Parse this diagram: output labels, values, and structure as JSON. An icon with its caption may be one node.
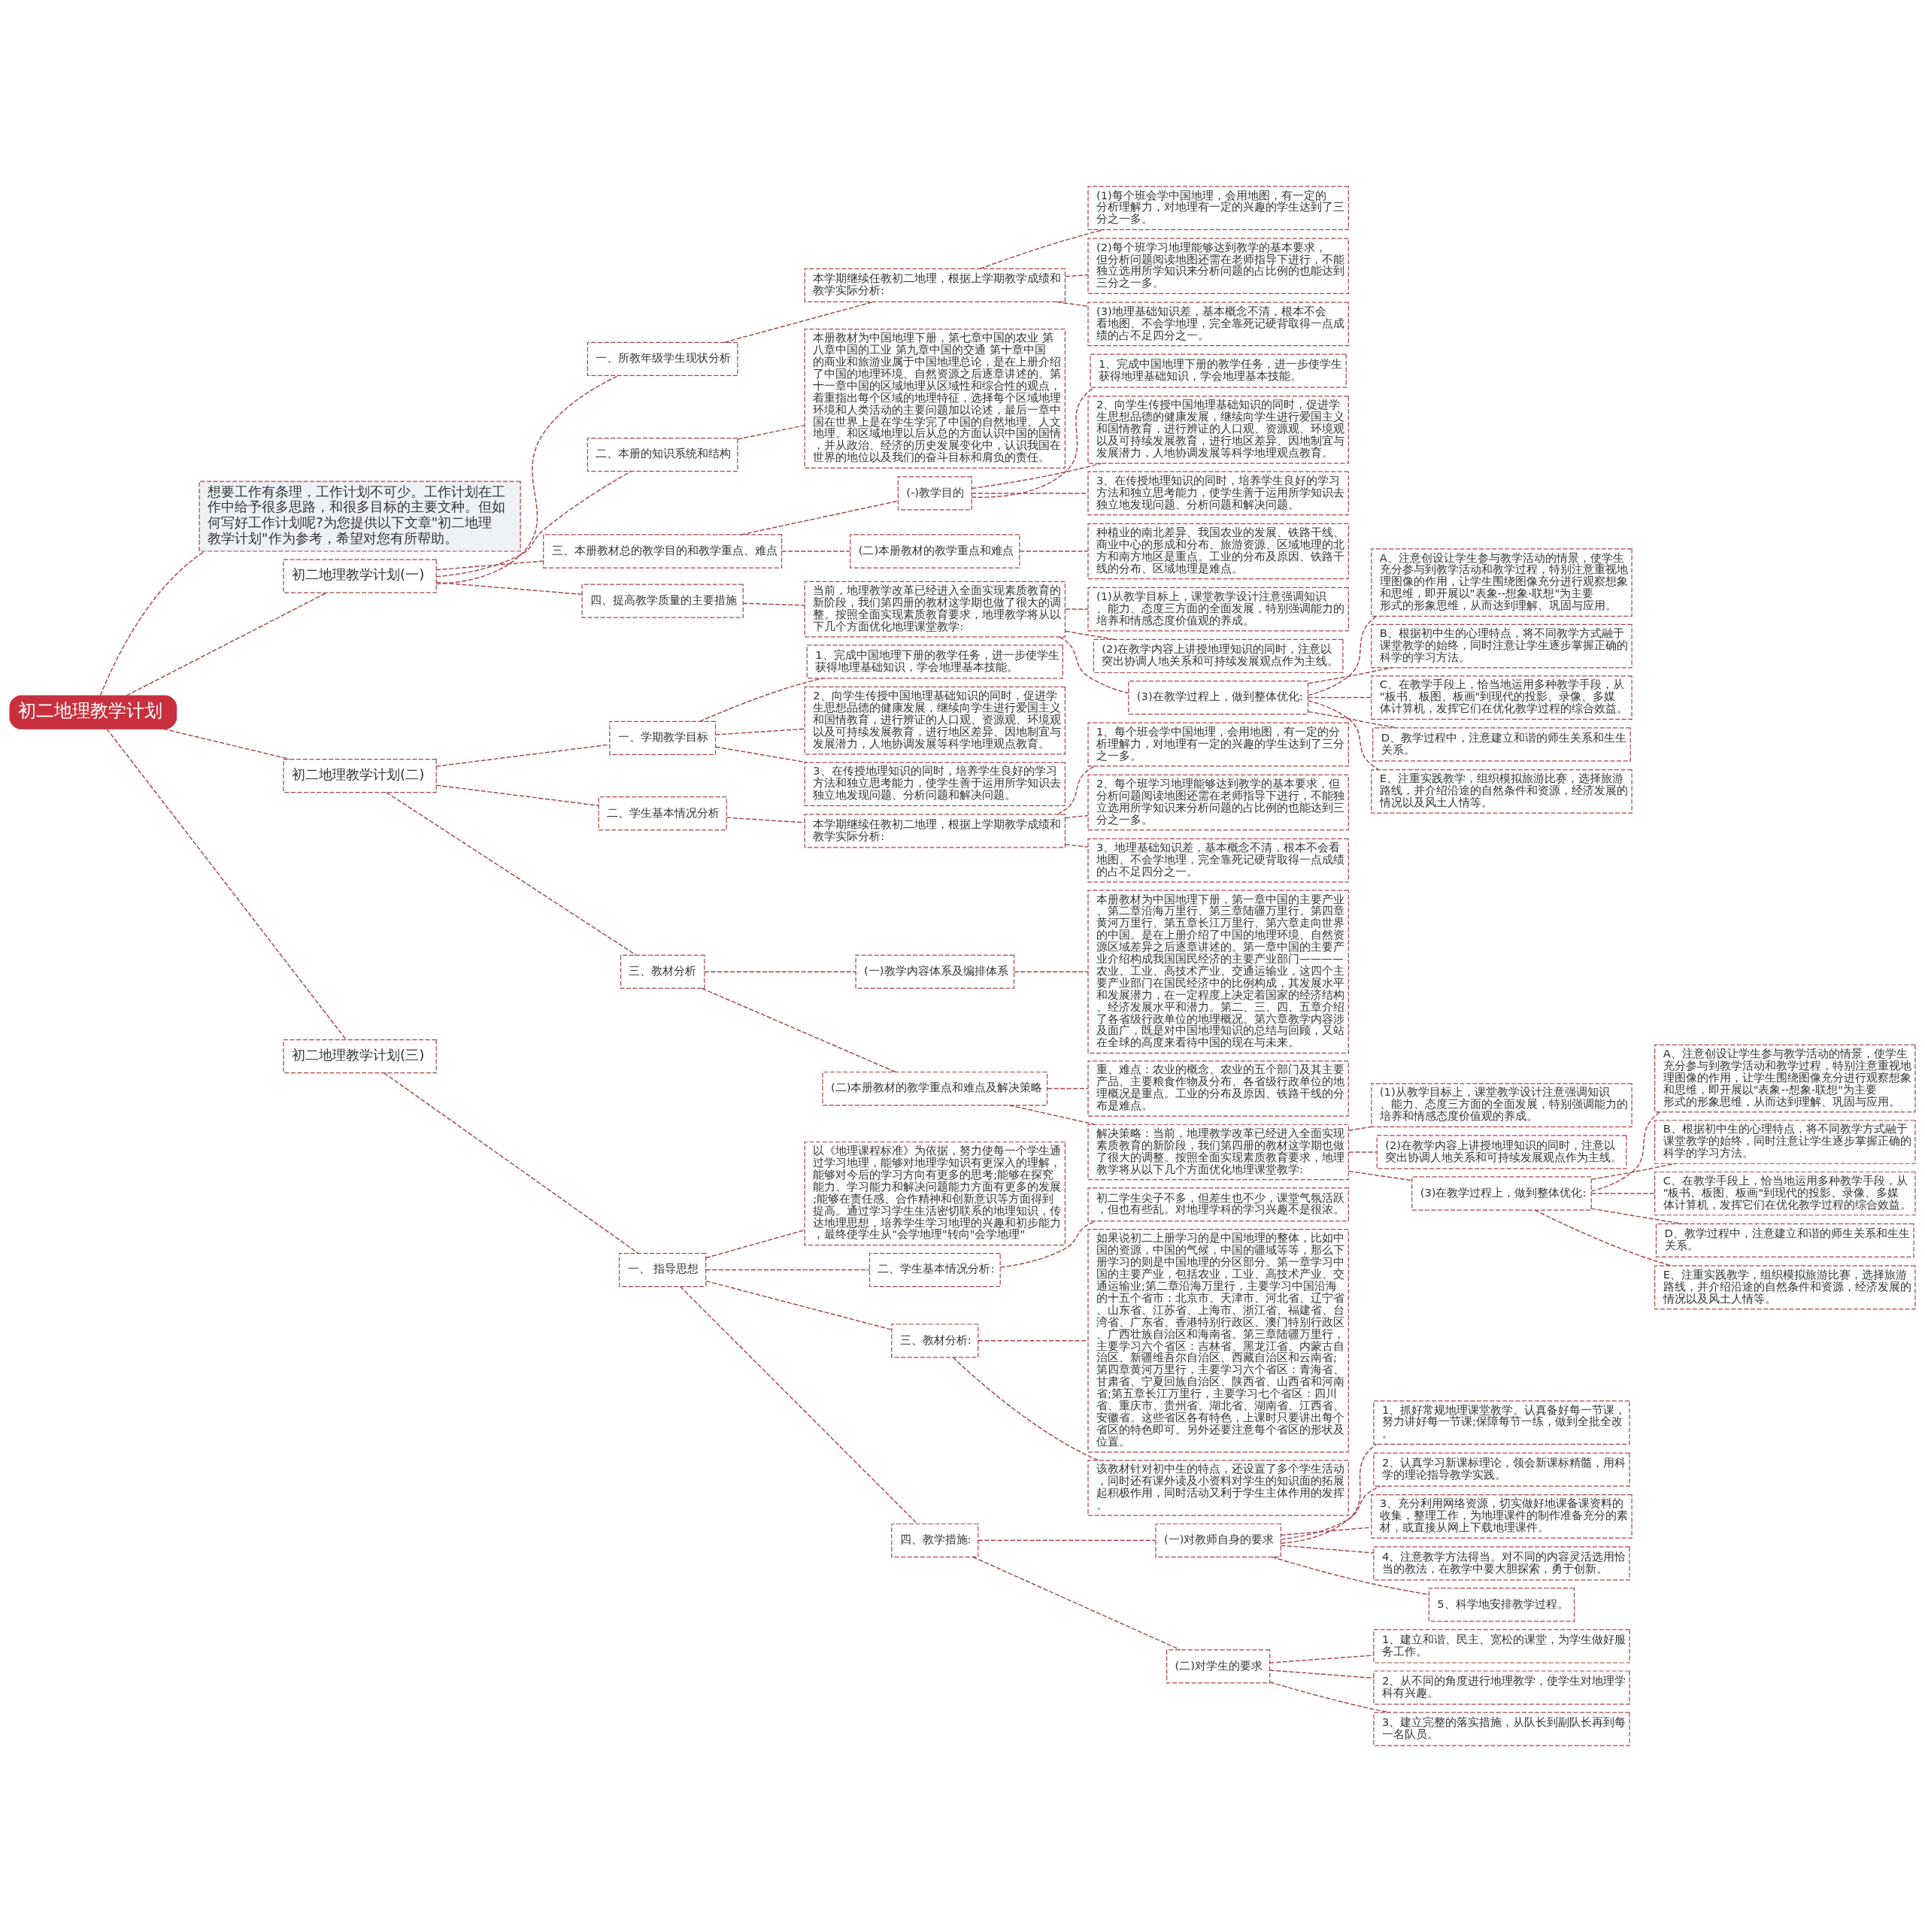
{
  "diagram": {
    "nodes": [
      {
        "text": [
          "初二地理教学计划"
        ]
      },
      {
        "text": [
          "想要工作有条理，工作计划不可少。工作计划在工作中给予很多思路，和很多目标的主要文种。但如何写好工作计划呢?为您提供以下文章\"初二地理教学计划\"作为参考，希望对您有所帮助。"
        ]
      },
      {
        "text": [
          "初二地理教学计划(一)"
        ]
      },
      {
        "text": [
          "一、所教年级学生现状分析"
        ]
      },
      {
        "text": [
          "本学期继续任教初二地理，根据上学期教学成绩和教学实际分析:"
        ]
      },
      {
        "text": [
          "(1)每个班会学中国地理，会用地图，有一定的分析理解力，对地理有一定的兴趣的学生达到了三分之一多。"
        ]
      },
      {
        "text": [
          "(2)每个班学习地理能够达到教学的基本要求，但分析问题阅读地图还需在老师指导下进行，不能独立选用所学知识来分析问题的占比例的也能达到三分之一多。"
        ]
      },
      {
        "text": [
          "(3)地理基础知识差，基本概念不清，根本不会看地图、不会学地理，完全靠死记硬背取得一点成绩的占不足四分之一。"
        ]
      },
      {
        "text": [
          "二、本册的知识系统和结构"
        ]
      },
      {
        "text": [
          "本册教材为中国地理下册，第七章中国的农业 第八章中国的工业 第九章中国的交通 第十章中国的商业和旅游业属于中国地理总论，是在上册介绍了中国的地理环境、自然资源之后逐章讲述的。第十一章中国的区域地理从区域性和综合性的观点，着重指出每个区域的地理特征，选择每个区域地理环境和人类活动的主要问题加以论述，最后一章中国在世界上是在学生学完了中国的自然地理、人文地理、和区域地理以后从总的方面认识中国的国情，并从政治、经济的历史发展变化中，认识我国在世界的地位以及我们的奋斗目标和肩负的责任。"
        ]
      },
      {
        "text": [
          "三、本册教材总的教学目的和教学重点、难点"
        ]
      },
      {
        "text": [
          "(-)教学目的"
        ]
      },
      {
        "text": [
          "1、完成中国地理下册的教学任务，进一步使学生获得地理基础知识，学会地理基本技能。"
        ]
      },
      {
        "text": [
          "2、向学生传授中国地理基础知识的同时，促进学生思想品德的健康发展，继续向学生进行爱国主义和国情教育，进行辨证的人口观、资源观、环境观以及可持续发展教育，进行地区差异、因地制宜与发展潜力，人地协调发展等科学地理观点教育。"
        ]
      },
      {
        "text": [
          "3、在传授地理知识的同时，培养学生良好的学习方法和独立思考能力，使学生善于运用所学知识去独立地发现问题、分析问题和解决问题。"
        ]
      },
      {
        "text": [
          "(二)本册教材的教学重点和难点"
        ]
      },
      {
        "text": [
          "种植业的南北差异、我国农业的发展、铁路干线、商业中心的形成和分布、旅游资源、区域地理的北方和南方地区是重点。工业的分布及原因、铁路干线的分布、区域地理是难点。"
        ]
      },
      {
        "text": [
          "四、提高教学质量的主要措施"
        ]
      },
      {
        "text": [
          "当前，地理教学改革已经进入全面实现素质教育的新阶段，我们第四册的教材这学期也做了很大的调整。按照全面实现素质教育要求，地理教学将从以下几个方面优化地理课堂教学:"
        ]
      },
      {
        "text": [
          "(1)从教学目标上，课堂教学设计注意强调知识、能力、态度三方面的全面发展，特别强调能力的培养和情感态度价值观的养成。"
        ]
      },
      {
        "text": [
          "(2)在教学内容上讲授地理知识的同时，注意以突出协调人地关系和可持续发展观点作为主线。"
        ]
      },
      {
        "text": [
          "(3)在教学过程上，做到整体优化:"
        ]
      },
      {
        "text": [
          "A、注意创设让学生参与教学活动的情景，使学生充分参与到教学活动和教学过程，特别注意重视地理图像的作用，让学生围绕图像充分进行观察想象和思维，即开展以\"表象--想象-联想\"为主要形式的形象思维，从而达到理解、巩固与应用。"
        ]
      },
      {
        "text": [
          "B、根据初中生的心理特点，将不同教学方式融于课堂教学的始终，同时注意让学生逐步掌握正确的科学的学习方法。"
        ]
      },
      {
        "text": [
          "C、在教学手段上，恰当地运用多种教学手段，从\"板书、板图、板画\"到现代的投影、录像、多媒体计算机，发挥它们在优化教学过程的综合效益。"
        ]
      },
      {
        "text": [
          "D、教学过程中，注意建立和谐的师生关系和生生关系。"
        ]
      },
      {
        "text": [
          "E、注重实践教学，组织模拟旅游比赛，选择旅游路线，并介绍沿途的自然条件和资源，经济发展的情况以及风土人情等。"
        ]
      },
      {
        "text": [
          "初二地理教学计划(二)"
        ]
      },
      {
        "text": [
          "一、学期教学目标"
        ]
      },
      {
        "text": [
          "1、完成中国地理下册的教学任务，进一步使学生获得地理基础知识，学会地理基本技能。"
        ]
      },
      {
        "text": [
          "2、向学生传授中国地理基础知识的同时，促进学生思想品德的健康发展，继续向学生进行爱国主义和国情教育，进行辨证的人口观、资源观、环境观以及可持续发展教育，进行地区差异、因地制宜与发展潜力，人地协调发展等科学地理观点教育。"
        ]
      },
      {
        "text": [
          "3、在传授地理知识的同时，培养学生良好的学习方法和独立思考能力，使学生善于运用所学知识去独立地发现问题、分析问题和解决问题。"
        ]
      },
      {
        "text": [
          "二、学生基本情况分析"
        ]
      },
      {
        "text": [
          "本学期继续任教初二地理，根据上学期教学成绩和教学实际分析:"
        ]
      },
      {
        "text": [
          "1、每个班会学中国地理，会用地图，有一定的分析理解力，对地理有一定的兴趣的学生达到了三分之一多。"
        ]
      },
      {
        "text": [
          "2、每个班学习地理能够达到教学的基本要求，但分析问题阅读地图还需在老师指导下进行，不能独立选用所学知识来分析问题的占比例的也能达到三分之一多。"
        ]
      },
      {
        "text": [
          "3、地理基础知识差，基本概念不清，根本不会看地图、不会学地理，完全靠死记硬背取得一点成绩的占不足四分之一。"
        ]
      },
      {
        "text": [
          "三、教材分析"
        ]
      },
      {
        "text": [
          "(一)教学内容体系及编排体系"
        ]
      },
      {
        "text": [
          "本册教材为中国地理下册，第一章中国的主要产业、第二章沿海万里行、第三章陆疆万里行、第四章黄河万里行、第五章长江万里行、第六章走向世界的中国。是在上册介绍了中国的地理环境、自然资源区域差异之后逐章讲述的。第一章中国的主要产业介绍构成我国国民经济的主要产业部门————农业、工业、高技术产业、交通运输业，这四个主要产业部门在国民经济中的比例构成，其发展水平和发展潜力，在一定程度上决定着国家的经济结构、经济发展水平和潜力。第二、三、四、五章介绍了各省级行政单位的地理概况。第六章教学内容涉及面广，既是对中国地理知识的总结与回顾，又站在全球的高度来看待中国的现在与未来。"
        ]
      },
      {
        "text": [
          "(二)本册教材的教学重点和难点及解决策略"
        ]
      },
      {
        "text": [
          "重、难点：农业的概念、农业的五个部门及其主要产品、主要粮食作物及分布、各省级行政单位的地理概况是重点。工业的分布及原因、铁路干线的分布是难点。"
        ]
      },
      {
        "text": [
          "解决策略：当前，地理教学改革已经进入全面实现素质教育的新阶段，我们第四册的教材这学期也做了很大的调整。按照全面实现素质教育要求，地理教学将从以下几个方面优化地理课堂教学:"
        ]
      },
      {
        "text": [
          "(1)从教学目标上，课堂教学设计注意强调知识、能力、态度三方面的全面发展，特别强调能力的培养和情感态度价值观的养成。"
        ]
      },
      {
        "text": [
          "(2)在教学内容上讲授地理知识的同时，注意以突出协调人地关系和可持续发展观点作为主线。"
        ]
      },
      {
        "text": [
          "(3)在教学过程上，做到整体优化:"
        ]
      },
      {
        "text": [
          "A、注意创设让学生参与教学活动的情景，使学生充分参与到教学活动和教学过程，特别注意重视地理图像的作用，让学生围绕图像充分进行观察想象和思维，即开展以\"表象--想象-联想\"为主要形式的形象思维，从而达到理解、巩固与应用。"
        ]
      },
      {
        "text": [
          "B、根据初中生的心理特点，将不同教学方式融于课堂教学的始终，同时注意让学生逐步掌握正确的科学的学习方法。"
        ]
      },
      {
        "text": [
          "C、在教学手段上，恰当地运用多种教学手段，从\"板书、板图、板画\"到现代的投影、录像、多媒体计算机，发挥它们在优化教学过程的综合效益。"
        ]
      },
      {
        "text": [
          "D、教学过程中，注意建立和谐的师生关系和生生关系。"
        ]
      },
      {
        "text": [
          "E、注重实践教学，组织模拟旅游比赛，选择旅游路线，并介绍沿途的自然条件和资源，经济发展的情况以及风土人情等。"
        ]
      },
      {
        "text": [
          "初二地理教学计划(三)"
        ]
      },
      {
        "text": [
          "一、 指导思想"
        ]
      },
      {
        "text": [
          "以《地理课程标准》为依据，努力使每一个学生通过学习地理，能够对地理学知识有更深入的理解，能够对今后的学习方向有更多的思考;能够在探究能力、学习能力和解决问题能力方面有更多的发展;能够在责任感、合作精神和创新意识等方面得到提高。通过学习学生生活密切联系的地理知识，传达地理思想，培养学生学习地理的兴趣和初步能力，最终使学生从\"会学地理\"转向\"会学地理\""
        ]
      },
      {
        "text": [
          "二、学生基本情况分析:"
        ]
      },
      {
        "text": [
          "初二学生尖子不多，但差生也不少，课堂气氛活跃，但也有些乱。对地理学科的学习兴趣不是很浓。"
        ]
      },
      {
        "text": [
          "三、教材分析:"
        ]
      },
      {
        "text": [
          "如果说初二上册学习的是中国地理的整体，比如中国的资源，中国的气候，中国的疆域等等，那么下册学习的则是中国地理的分区部分。第一章学习中国的主要产业，包括农业，工业、高技术产业、交通运输业;第二章沿海万里行，主要学习中国沿海的十五个省市：北京市、天津市、河北省、辽宁省、山东省、江苏省、上海市、浙江省、福建省、台湾省、广东省、香港特别行政区、澳门特别行政区、广西壮族自治区和海南省。第三章陆疆万里行，主要学习六个省区：吉林省、黑龙江省、内蒙古自治区、新疆维吾尔自治区、西藏自治区和云南省;第四章黄河万里行，主要学习六个省区：青海省、甘肃省、宁夏回族自治区、陕西省、山西省和河南省;第五章长江万里行，主要学习七个省区：四川省、重庆市、贵州省、湖北省、湖南省、江西省、安徽省。这些省区各有特色，上课时只要讲出每个省区的特色即可。另外还要注意每个省区的形状及位置。"
        ]
      },
      {
        "text": [
          "该教材针对初中生的特点，还设置了多个学生活动，同时还有课外读及小资料对学生的知识面的拓展起积极作用，同时活动又利于学生主体作用的发挥。"
        ]
      },
      {
        "text": [
          "四、教学措施:"
        ]
      },
      {
        "text": [
          "(一)对教师自身的要求"
        ]
      },
      {
        "text": [
          "1、抓好常规地理课堂教学。认真备好每一节课，努力讲好每一节课;保障每节一练，做到全批全改。"
        ]
      },
      {
        "text": [
          "2、认真学习新课标理论，领会新课标精髓，用科学的理论指导教学实践。"
        ]
      },
      {
        "text": [
          "3、充分利用网络资源，切实做好地课备课资料的收集，整理工作，为地理课件的制作准备充分的素材，或直接从网上下载地理课件。"
        ]
      },
      {
        "text": [
          "4、注意教学方法得当。对不同的内容灵活选用恰当的教法，在教学中要大胆探索，勇于创新。"
        ]
      },
      {
        "text": [
          "5、科学地安排教学过程。"
        ]
      },
      {
        "text": [
          "(二)对学生的要求"
        ]
      },
      {
        "text": [
          "1、建立和谐、民主、宽松的课堂，为学生做好服务工作。"
        ]
      },
      {
        "text": [
          "2、从不同的角度进行地理教学，使学生对地理学科有兴趣。"
        ]
      },
      {
        "text": [
          "3、建立完整的落实措施，从队长到副队长再到每一名队员。"
        ]
      }
    ],
    "edges": [
      {
        "from": 0,
        "to": 2,
        "arrow": "none",
        "style": "dashed"
      },
      {
        "from": 2,
        "to": 3,
        "arrow": "none",
        "style": "dashed"
      },
      {
        "from": 3,
        "to": 4,
        "arrow": "none",
        "style": "dashed"
      },
      {
        "from": 4,
        "to": 5,
        "arrow": "none",
        "style": "dashed"
      },
      {
        "from": 4,
        "to": 6,
        "arrow": "none",
        "style": "dashed"
      },
      {
        "from": 4,
        "to": 7,
        "arrow": "none",
        "style": "dashed"
      },
      {
        "from": 2,
        "to": 8,
        "arrow": "none",
        "style": "dashed"
      },
      {
        "from": 8,
        "to": 9,
        "arrow": "none",
        "style": "dashed"
      },
      {
        "from": 2,
        "to": 10,
        "arrow": "none",
        "style": "dashed"
      },
      {
        "from": 10,
        "to": 11,
        "arrow": "none",
        "style": "dashed"
      },
      {
        "from": 11,
        "to": 12,
        "arrow": "none",
        "style": "dashed"
      },
      {
        "from": 11,
        "to": 13,
        "arrow": "none",
        "style": "dashed"
      },
      {
        "from": 11,
        "to": 14,
        "arrow": "none",
        "style": "dashed"
      },
      {
        "from": 10,
        "to": 15,
        "arrow": "none",
        "style": "dashed"
      },
      {
        "from": 15,
        "to": 16,
        "arrow": "none",
        "style": "dashed"
      },
      {
        "from": 2,
        "to": 17,
        "arrow": "none",
        "style": "dashed"
      },
      {
        "from": 17,
        "to": 18,
        "arrow": "none",
        "style": "dashed"
      },
      {
        "from": 18,
        "to": 19,
        "arrow": "none",
        "style": "dashed"
      },
      {
        "from": 18,
        "to": 20,
        "arrow": "none",
        "style": "dashed"
      },
      {
        "from": 18,
        "to": 21,
        "arrow": "none",
        "style": "dashed"
      },
      {
        "from": 21,
        "to": 22,
        "arrow": "none",
        "style": "dashed"
      },
      {
        "from": 21,
        "to": 23,
        "arrow": "none",
        "style": "dashed"
      },
      {
        "from": 21,
        "to": 24,
        "arrow": "none",
        "style": "dashed"
      },
      {
        "from": 21,
        "to": 25,
        "arrow": "none",
        "style": "dashed"
      },
      {
        "from": 21,
        "to": 26,
        "arrow": "none",
        "style": "dashed"
      },
      {
        "from": 0,
        "to": 1,
        "arrow": "none",
        "style": "dashed"
      },
      {
        "from": 0,
        "to": 27,
        "arrow": "none",
        "style": "dashed"
      },
      {
        "from": 27,
        "to": 28,
        "arrow": "none",
        "style": "dashed"
      },
      {
        "from": 28,
        "to": 29,
        "arrow": "none",
        "style": "dashed"
      },
      {
        "from": 28,
        "to": 30,
        "arrow": "none",
        "style": "dashed"
      },
      {
        "from": 28,
        "to": 31,
        "arrow": "none",
        "style": "dashed"
      },
      {
        "from": 27,
        "to": 32,
        "arrow": "none",
        "style": "dashed"
      },
      {
        "from": 32,
        "to": 33,
        "arrow": "none",
        "style": "dashed"
      },
      {
        "from": 33,
        "to": 34,
        "arrow": "none",
        "style": "dashed"
      },
      {
        "from": 33,
        "to": 35,
        "arrow": "none",
        "style": "dashed"
      },
      {
        "from": 33,
        "to": 36,
        "arrow": "none",
        "style": "dashed"
      },
      {
        "from": 27,
        "to": 37,
        "arrow": "none",
        "style": "dashed"
      },
      {
        "from": 37,
        "to": 38,
        "arrow": "none",
        "style": "dashed"
      },
      {
        "from": 38,
        "to": 39,
        "arrow": "none",
        "style": "dashed"
      },
      {
        "from": 37,
        "to": 40,
        "arrow": "none",
        "style": "dashed"
      },
      {
        "from": 40,
        "to": 41,
        "arrow": "none",
        "style": "dashed"
      },
      {
        "from": 40,
        "to": 42,
        "arrow": "none",
        "style": "dashed"
      },
      {
        "from": 42,
        "to": 43,
        "arrow": "none",
        "style": "dashed"
      },
      {
        "from": 42,
        "to": 44,
        "arrow": "none",
        "style": "dashed"
      },
      {
        "from": 42,
        "to": 45,
        "arrow": "none",
        "style": "dashed"
      },
      {
        "from": 45,
        "to": 46,
        "arrow": "none",
        "style": "dashed"
      },
      {
        "from": 45,
        "to": 47,
        "arrow": "none",
        "style": "dashed"
      },
      {
        "from": 45,
        "to": 48,
        "arrow": "none",
        "style": "dashed"
      },
      {
        "from": 45,
        "to": 49,
        "arrow": "none",
        "style": "dashed"
      },
      {
        "from": 45,
        "to": 50,
        "arrow": "none",
        "style": "dashed"
      },
      {
        "from": 0,
        "to": 51,
        "arrow": "none",
        "style": "dashed"
      },
      {
        "from": 51,
        "to": 52,
        "arrow": "none",
        "style": "dashed"
      },
      {
        "from": 52,
        "to": 53,
        "arrow": "none",
        "style": "dashed"
      },
      {
        "from": 52,
        "to": 54,
        "arrow": "none",
        "style": "dashed"
      },
      {
        "from": 54,
        "to": 55,
        "arrow": "none",
        "style": "dashed"
      },
      {
        "from": 52,
        "to": 56,
        "arrow": "none",
        "style": "dashed"
      },
      {
        "from": 56,
        "to": 57,
        "arrow": "none",
        "style": "dashed"
      },
      {
        "from": 56,
        "to": 58,
        "arrow": "none",
        "style": "dashed"
      },
      {
        "from": 52,
        "to": 59,
        "arrow": "none",
        "style": "dashed"
      },
      {
        "from": 59,
        "to": 60,
        "arrow": "none",
        "style": "dashed"
      },
      {
        "from": 60,
        "to": 61,
        "arrow": "none",
        "style": "dashed"
      },
      {
        "from": 60,
        "to": 62,
        "arrow": "none",
        "style": "dashed"
      },
      {
        "from": 60,
        "to": 63,
        "arrow": "none",
        "style": "dashed"
      },
      {
        "from": 60,
        "to": 64,
        "arrow": "none",
        "style": "dashed"
      },
      {
        "from": 60,
        "to": 65,
        "arrow": "none",
        "style": "dashed"
      },
      {
        "from": 59,
        "to": 66,
        "arrow": "none",
        "style": "dashed"
      },
      {
        "from": 66,
        "to": 67,
        "arrow": "none",
        "style": "dashed"
      },
      {
        "from": 66,
        "to": 68,
        "arrow": "none",
        "style": "dashed"
      },
      {
        "from": 66,
        "to": 69,
        "arrow": "none",
        "style": "dashed"
      }
    ]
  }
}
